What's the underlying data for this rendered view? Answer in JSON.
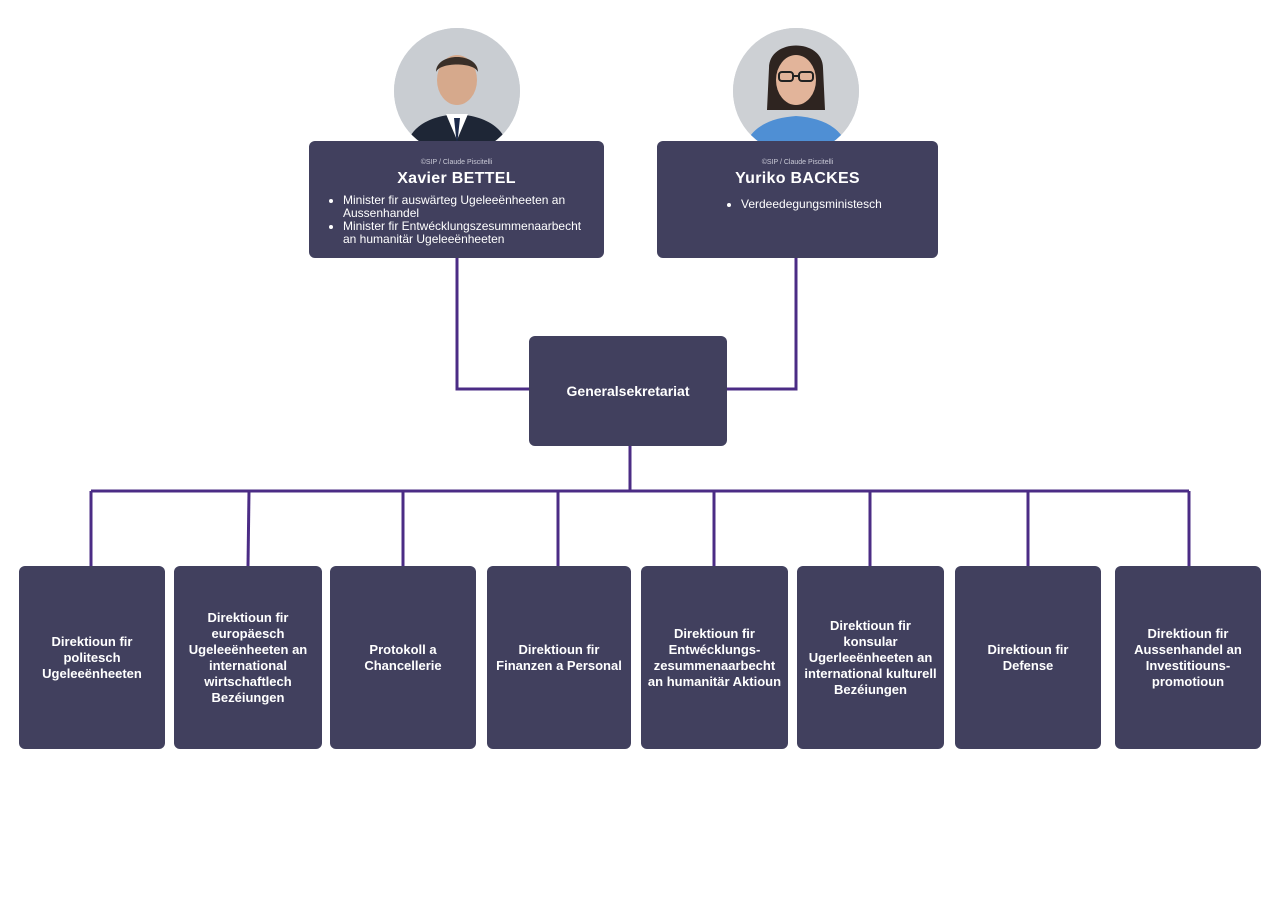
{
  "ministers": [
    {
      "credit": "©SIP / Claude Piscitelli",
      "name": "Xavier BETTEL",
      "roles": [
        "Minister fir auswärteg Ugeleeënheeten an Aussenhandel",
        "Minister fir Entwécklungszesummenaarbecht an humanitär Ugeleeënheeten"
      ]
    },
    {
      "credit": "©SIP / Claude Piscitelli",
      "name": "Yuriko BACKES",
      "roles": [
        "Verdeedegungsministesch"
      ]
    }
  ],
  "center": {
    "label": "Generalsekretariat"
  },
  "departments": [
    "Direktioun fir politesch Ugeleeënheeten",
    "Direktioun fir europäesch Ugeleeënheeten an international wirtschaftlech Bezéiungen",
    "Protokoll a Chancellerie",
    "Direktioun fir Finanzen a Personal",
    "Direktioun fir Entwécklungs-zesummenaarbecht an humanitär Aktioun",
    "Direktioun fir konsular Ugerleeënheeten an international kulturell Bezéiungen",
    "Direktioun fir Defense",
    "Direktioun fir Aussenhandel an Investitiouns-promotioun"
  ],
  "colors": {
    "box": "#41405e",
    "line": "#4b2c85",
    "text": "#ffffff"
  }
}
